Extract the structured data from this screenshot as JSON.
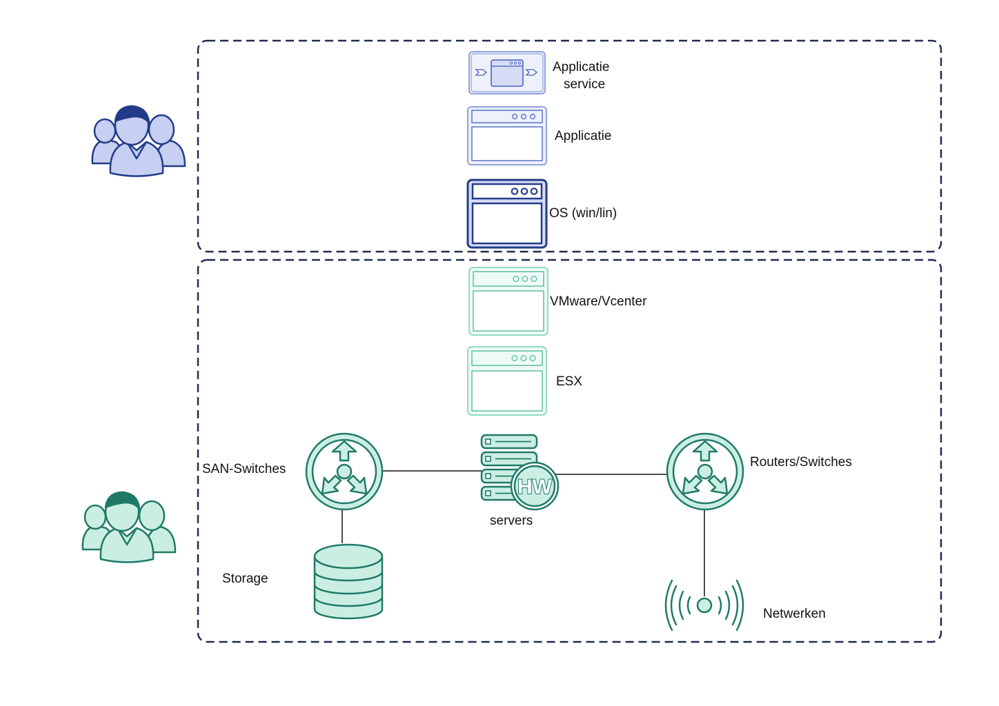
{
  "colors": {
    "frame": "#1f2a4d",
    "blue_stroke": "#233c8a",
    "blue_light_stroke": "#8fa3dc",
    "blue_fill": "#d6dcf6",
    "blue_icon_fill": "#c7d0f2",
    "teal_stroke": "#1e7a66",
    "teal_light_stroke": "#8fdcc6",
    "teal_fill": "#cbeee3",
    "line": "#111111"
  },
  "labels": {
    "app_service_1": "Applicatie",
    "app_service_2": "service",
    "application": "Applicatie",
    "os": "OS (win/lin)",
    "vmware": "VMware/Vcenter",
    "esx": "ESX",
    "san": "SAN-Switches",
    "servers": "servers",
    "hw": "HW",
    "routers": "Routers/Switches",
    "storage": "Storage",
    "network": "Netwerken"
  },
  "icons": {
    "top_users": "users-group-icon",
    "bottom_users": "users-group-icon",
    "app_service": "application-service-icon",
    "application": "application-window-icon",
    "os": "os-window-icon",
    "vmware": "vmware-window-icon",
    "esx": "esx-window-icon",
    "san": "san-switch-icon",
    "servers": "server-rack-icon",
    "routers": "router-icon",
    "storage": "database-icon",
    "network": "wireless-antenna-icon"
  }
}
